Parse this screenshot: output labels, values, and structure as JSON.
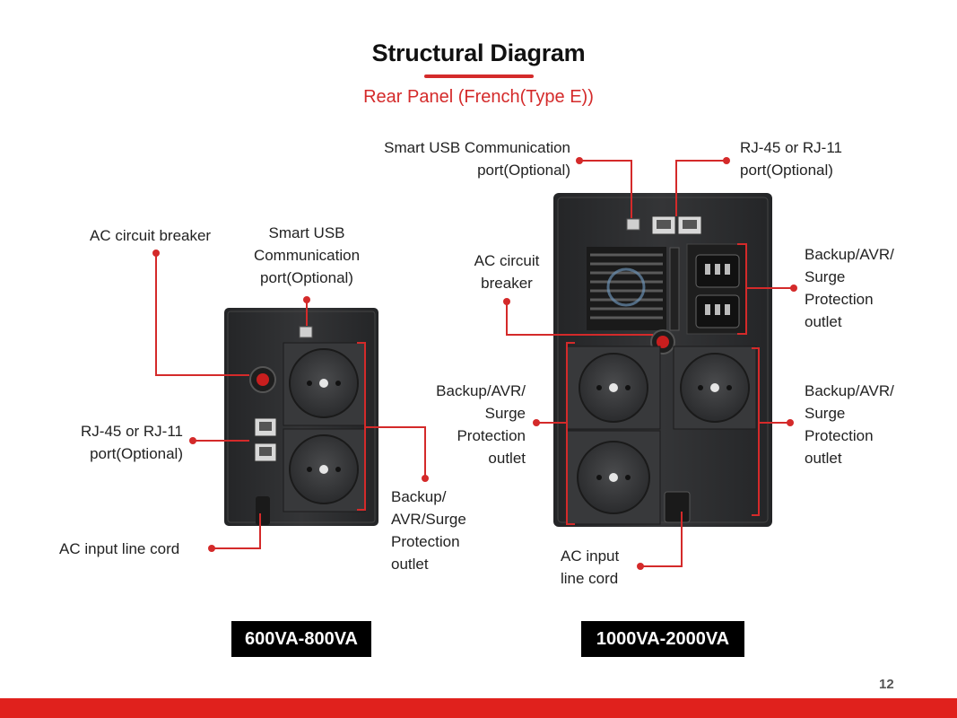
{
  "header": {
    "title": "Structural Diagram",
    "subtitle": "Rear Panel (French(Type E))"
  },
  "colors": {
    "accent": "#d42a2a",
    "footer": "#e0211d",
    "device_body": "#2b2c2e",
    "socket_panel": "#3a3b3d"
  },
  "left_unit": {
    "model_label": "600VA-800VA",
    "labels": {
      "ac_breaker": [
        "AC circuit breaker"
      ],
      "usb_port": [
        "Smart USB",
        "Communication",
        "port(Optional)"
      ],
      "rj45": [
        "RJ-45 or RJ-11",
        "port(Optional)"
      ],
      "ac_input": [
        "AC input line cord"
      ],
      "outlets": [
        "Backup/",
        "AVR/Surge",
        "Protection",
        "outlet"
      ]
    }
  },
  "right_unit": {
    "model_label": "1000VA-2000VA",
    "labels": {
      "usb_port": [
        "Smart USB Communication",
        "port(Optional)"
      ],
      "rj45": [
        "RJ-45 or RJ-11",
        "port(Optional)"
      ],
      "ac_breaker": [
        "AC circuit",
        "breaker"
      ],
      "iec_outlets": [
        "Backup/AVR/",
        "Surge",
        "Protection",
        "outlet"
      ],
      "left_outlets": [
        "Backup/AVR/",
        "Surge",
        "Protection",
        "outlet"
      ],
      "right_outlets": [
        "Backup/AVR/",
        "Surge",
        "Protection",
        "outlet"
      ],
      "ac_input": [
        "AC input",
        "line cord"
      ]
    }
  },
  "footer": {
    "page_number": "12"
  }
}
